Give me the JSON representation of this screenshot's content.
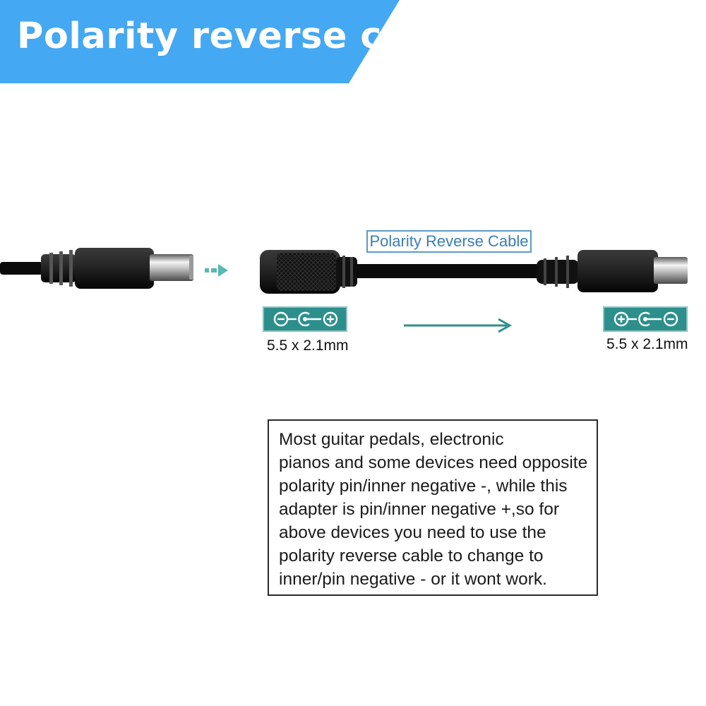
{
  "banner": {
    "title": "Polarity reverse cable",
    "color": "#44a8f2"
  },
  "diagram": {
    "cable_label": "Polarity Reverse Cable",
    "left_connector": {
      "polarity_icon": "negative-center-positive-icon",
      "dimension": "5.5 x 2.1mm"
    },
    "right_connector": {
      "polarity_icon": "positive-center-negative-icon",
      "dimension": "5.5 x 2.1mm"
    },
    "badge_color": "#2d8f8c",
    "arrow_color": "#2d8f8c"
  },
  "note": {
    "lines": [
      "Most guitar pedals, electronic",
      "pianos and some devices need opposite",
      "polarity pin/inner negative -, while this",
      "adapter is pin/inner negative +,so for",
      "above devices you need to use the",
      "polarity reverse cable to change to",
      "inner/pin negative - or it wont work."
    ]
  }
}
